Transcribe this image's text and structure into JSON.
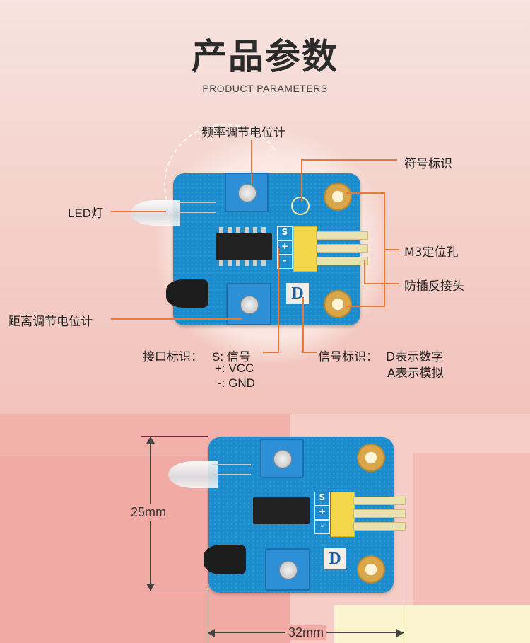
{
  "title": "产品参数",
  "subtitle": "PRODUCT PARAMETERS",
  "labels": {
    "freq_pot": "频率调节电位计",
    "symbol": "符号标识",
    "led": "LED灯",
    "m3_hole": "M3定位孔",
    "reverse_header": "防插反接头",
    "dist_pot": "距离调节电位计",
    "iface_title": "接口标识：",
    "iface_s": "S: 信号",
    "iface_plus": "+: VCC",
    "iface_minus": "-: GND",
    "signal_title": "信号标识：",
    "signal_d": "D表示数字",
    "signal_a": "A表示模拟"
  },
  "board": {
    "pins": [
      "S",
      "+",
      "-"
    ],
    "d_mark": "D"
  },
  "dimensions": {
    "height": "25mm",
    "width": "32mm"
  },
  "colors": {
    "accent_line": "#e8793a",
    "board_blue": "#1d8ccc"
  }
}
